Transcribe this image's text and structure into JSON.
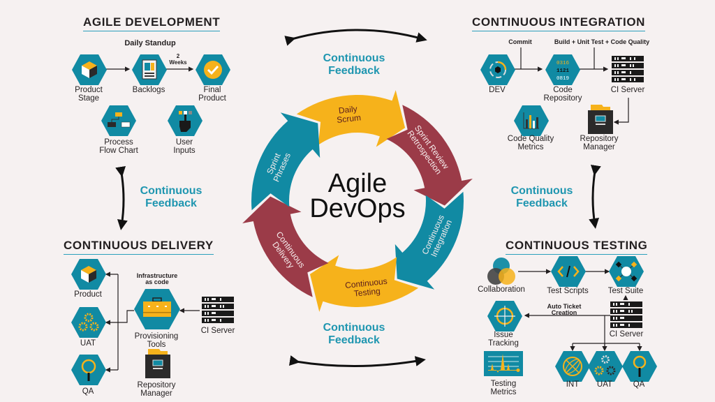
{
  "colors": {
    "background": "#f6f1f1",
    "teal": "#118aa3",
    "yellow": "#f6b21b",
    "maroon": "#9b3b48",
    "feedback_text": "#1f96b0",
    "dark": "#231f20"
  },
  "center": {
    "title": "Agile\nDevOps",
    "cycle": [
      {
        "label": "Daily\nScrum",
        "color": "yellow"
      },
      {
        "label": "Sprint Review\nRetrospection",
        "color": "maroon"
      },
      {
        "label": "Continuous\nIntegration",
        "color": "teal"
      },
      {
        "label": "Continuous\nTesting",
        "color": "yellow"
      },
      {
        "label": "Continuous\nDelivery",
        "color": "maroon"
      },
      {
        "label": "Sprint\nPhrases",
        "color": "teal"
      }
    ]
  },
  "feedback": {
    "top": "Continuous\nFeedback",
    "bottom": "Continuous\nFeedback",
    "left": "Continuous\nFeedback",
    "right": "Continuous\nFeedback"
  },
  "agile_development": {
    "title": "AGILE DEVELOPMENT",
    "subtitle": "Daily Standup",
    "interval": "2\nWeeks",
    "items": [
      {
        "label": "Product\nStage",
        "icon": "cube-icon"
      },
      {
        "label": "Backlogs",
        "icon": "backlog-board-icon"
      },
      {
        "label": "Final\nProduct",
        "icon": "checkmark-icon"
      },
      {
        "label": "Process\nFlow Chart",
        "icon": "flowchart-icon"
      },
      {
        "label": "User\nInputs",
        "icon": "hand-pointer-icon"
      }
    ]
  },
  "continuous_integration": {
    "title": "CONTINUOUS INTEGRATION",
    "commit_label": "Commit",
    "build_label": "Build + Unit Test + Code Quality",
    "repo_digits": [
      "0316",
      "1121",
      "0819"
    ],
    "items": [
      {
        "label": "DEV",
        "icon": "dev-cycle-icon"
      },
      {
        "label": "Code\nRepository",
        "icon": "code-digits-icon"
      },
      {
        "label": "CI Server",
        "icon": "server-rack-icon"
      },
      {
        "label": "Code Quality\nMetrics",
        "icon": "bar-chart-icon"
      },
      {
        "label": "Repository\nManager",
        "icon": "file-cabinet-icon"
      }
    ]
  },
  "continuous_delivery": {
    "title": "CONTINUOUS DELIVERY",
    "infra_label": "Infrastructure\nas code",
    "items": [
      {
        "label": "Product",
        "icon": "cube-icon"
      },
      {
        "label": "UAT",
        "icon": "gears-icon"
      },
      {
        "label": "QA",
        "icon": "magnifier-icon"
      },
      {
        "label": "Provisioning\nTools",
        "icon": "toolbox-icon"
      },
      {
        "label": "CI Server",
        "icon": "server-rack-icon"
      },
      {
        "label": "Repository\nManager",
        "icon": "file-cabinet-icon"
      }
    ]
  },
  "continuous_testing": {
    "title": "CONTINUOUS TESTING",
    "ticket_label": "Auto Ticket\nCreation",
    "items": [
      {
        "label": "Collaboration",
        "icon": "venn-circles-icon"
      },
      {
        "label": "Test Scripts",
        "icon": "code-brackets-icon"
      },
      {
        "label": "Test Suite",
        "icon": "network-nodes-icon"
      },
      {
        "label": "Issue\nTracking",
        "icon": "crosshair-icon"
      },
      {
        "label": "CI Server",
        "icon": "server-rack-icon"
      },
      {
        "label": "Testing\nMetrics",
        "icon": "waveform-icon"
      },
      {
        "label": "INT",
        "icon": "globe-icon"
      },
      {
        "label": "UAT",
        "icon": "gears-icon"
      },
      {
        "label": "QA",
        "icon": "magnifier-icon"
      }
    ]
  }
}
